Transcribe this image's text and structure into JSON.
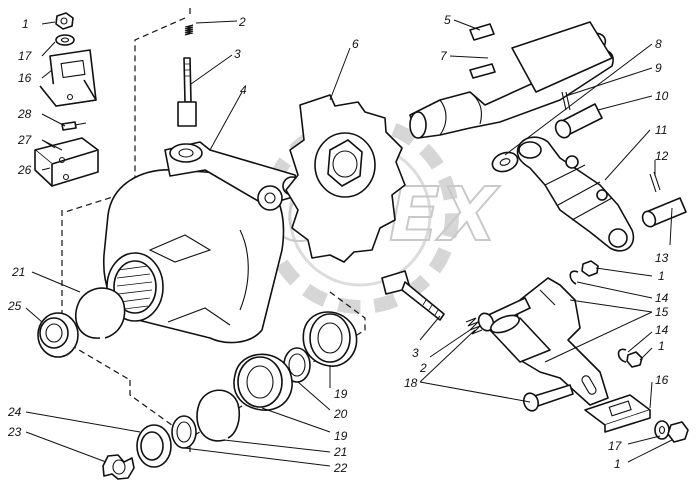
{
  "watermark": "OPEX",
  "callouts": [
    {
      "id": "c1a",
      "text": "1"
    },
    {
      "id": "c17a",
      "text": "17"
    },
    {
      "id": "c16a",
      "text": "16"
    },
    {
      "id": "c28",
      "text": "28"
    },
    {
      "id": "c27",
      "text": "27"
    },
    {
      "id": "c26",
      "text": "26"
    },
    {
      "id": "c2a",
      "text": "2"
    },
    {
      "id": "c3a",
      "text": "3"
    },
    {
      "id": "c4",
      "text": "4"
    },
    {
      "id": "c6",
      "text": "6"
    },
    {
      "id": "c5",
      "text": "5"
    },
    {
      "id": "c7",
      "text": "7"
    },
    {
      "id": "c8",
      "text": "8"
    },
    {
      "id": "c9",
      "text": "9"
    },
    {
      "id": "c10",
      "text": "10"
    },
    {
      "id": "c11",
      "text": "11"
    },
    {
      "id": "c12",
      "text": "12"
    },
    {
      "id": "c13",
      "text": "13"
    },
    {
      "id": "c1b",
      "text": "1"
    },
    {
      "id": "c14a",
      "text": "14"
    },
    {
      "id": "c15",
      "text": "15"
    },
    {
      "id": "c14b",
      "text": "14"
    },
    {
      "id": "c1c",
      "text": "1"
    },
    {
      "id": "c16b",
      "text": "16"
    },
    {
      "id": "c17b",
      "text": "17"
    },
    {
      "id": "c1d",
      "text": "1"
    },
    {
      "id": "c3b",
      "text": "3"
    },
    {
      "id": "c2b",
      "text": "2"
    },
    {
      "id": "c18",
      "text": "18"
    },
    {
      "id": "c21a",
      "text": "21"
    },
    {
      "id": "c25",
      "text": "25"
    },
    {
      "id": "c19a",
      "text": "19"
    },
    {
      "id": "c20",
      "text": "20"
    },
    {
      "id": "c19b",
      "text": "19"
    },
    {
      "id": "c21b",
      "text": "21"
    },
    {
      "id": "c22",
      "text": "22"
    },
    {
      "id": "c24",
      "text": "24"
    },
    {
      "id": "c23",
      "text": "23"
    }
  ]
}
